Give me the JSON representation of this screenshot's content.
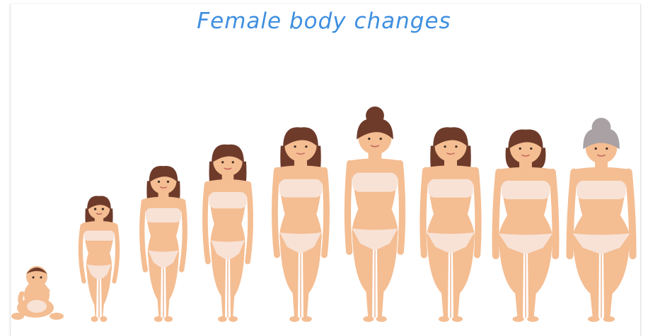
{
  "title": "Female body changes",
  "colors": {
    "title": "#3f8fe0",
    "skin": "#f4bd92",
    "skin_shade": "#e9a57a",
    "underwear": "#f8e2d6",
    "hair_dark": "#6e3b2a",
    "hair_grey": "#a9a1a3"
  },
  "figures": [
    {
      "stage": "baby",
      "hair": "dark",
      "outfit": "diaper"
    },
    {
      "stage": "child",
      "hair": "dark",
      "outfit": "underwear"
    },
    {
      "stage": "preteen",
      "hair": "dark",
      "outfit": "underwear"
    },
    {
      "stage": "teenager",
      "hair": "dark",
      "outfit": "underwear"
    },
    {
      "stage": "young adult",
      "hair": "dark",
      "outfit": "underwear"
    },
    {
      "stage": "adult",
      "hair": "dark",
      "outfit": "underwear"
    },
    {
      "stage": "middle age",
      "hair": "dark",
      "outfit": "underwear"
    },
    {
      "stage": "mature",
      "hair": "dark",
      "outfit": "underwear"
    },
    {
      "stage": "elderly",
      "hair": "grey",
      "outfit": "underwear"
    }
  ]
}
